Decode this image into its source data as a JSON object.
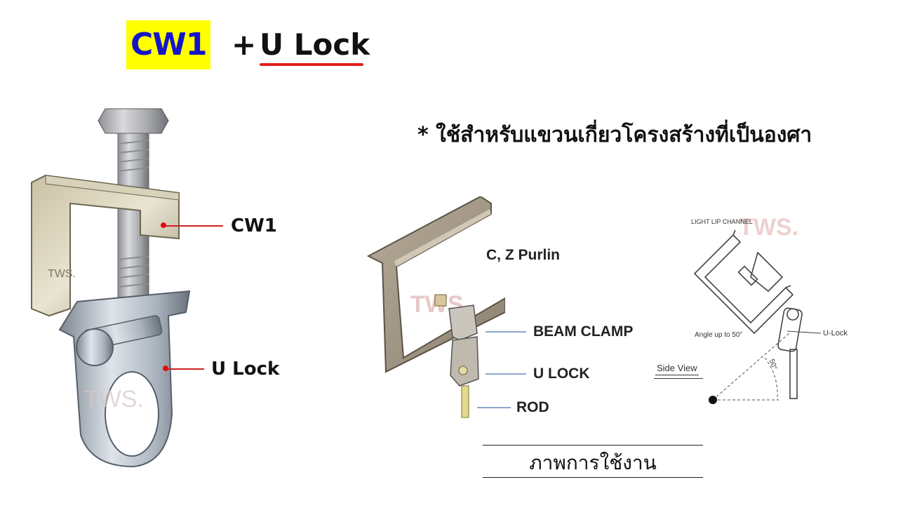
{
  "title": {
    "code": "CW1",
    "plus": "+",
    "name": "U Lock"
  },
  "note": "* ใช้สำหรับแขวนเกี่ยวโครงสร้างที่เป็นองศา",
  "product_callouts": {
    "top_label": "CW1",
    "bottom_label": "U Lock"
  },
  "usage_diagram": {
    "purlin_label": "C, Z Purlin",
    "beam_clamp_label": "BEAM CLAMP",
    "u_lock_label": "U LOCK",
    "rod_label": "ROD",
    "watermark": "TWS"
  },
  "side_view_diagram": {
    "channel_label": "LIGHT LIP CHANNEL",
    "angle_label": "Angle up to 50°",
    "angle_value": "50°",
    "u_lock_label": "U-Lock",
    "view_label": "Side View",
    "watermark": "TWS"
  },
  "caption": "ภาพการใช้งาน",
  "colors": {
    "title_highlight": "#ffff00",
    "title_code_text": "#1414c8",
    "underline": "#e02020",
    "callout": "#e01010",
    "leader_line": "#8aa6c8"
  }
}
